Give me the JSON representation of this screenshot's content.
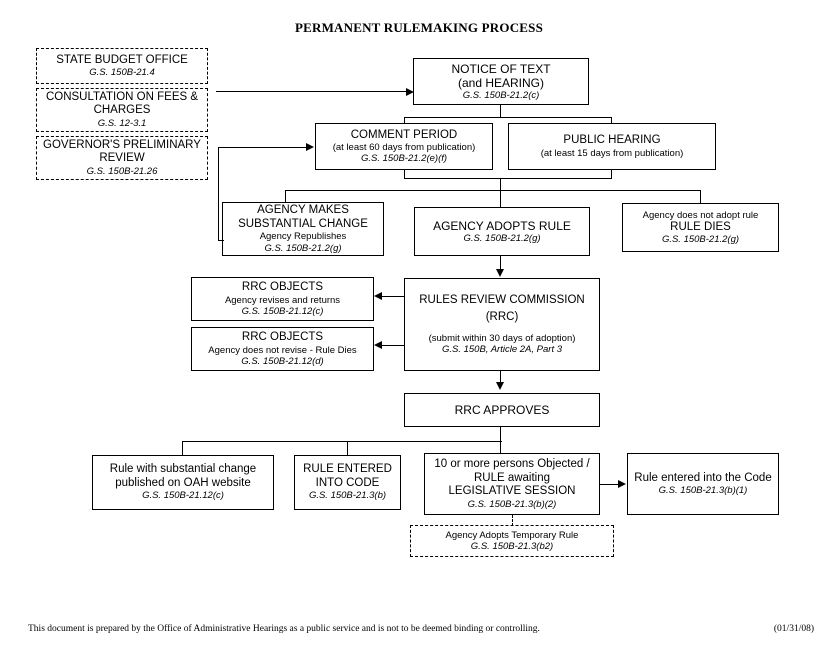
{
  "document": {
    "title": "PERMANENT RULEMAKING PROCESS",
    "footer_note": "This document is prepared by the Office of Administrative Hearings as a public service and is not to be deemed binding or controlling.",
    "footer_date": "(01/31/08)"
  },
  "nodes": {
    "state_budget_office": {
      "line1": "STATE BUDGET OFFICE",
      "cite": "G.S. 150B-21.4"
    },
    "consultation_fees": {
      "line1": "CONSULTATION ON FEES &",
      "line2": "CHARGES",
      "cite": "G.S. 12-3.1"
    },
    "governors_review": {
      "line1": "GOVERNOR'S PRELIMINARY",
      "line2": "REVIEW",
      "cite": "G.S. 150B-21.26"
    },
    "notice_of_text": {
      "line1": "NOTICE OF TEXT",
      "line2": "(and HEARING)",
      "cite": "G.S. 150B-21.2(c)"
    },
    "comment_period": {
      "line1": "COMMENT PERIOD",
      "line2": "(at least 60 days from publication)",
      "cite": "G.S. 150B-21.2(e)(f)"
    },
    "public_hearing": {
      "line1": "PUBLIC HEARING",
      "line2": "(at least 15 days from publication)"
    },
    "agency_substantial_change": {
      "line1": "AGENCY MAKES",
      "line2": "SUBSTANTIAL CHANGE",
      "line3": "Agency Republishes",
      "cite": "G.S. 150B-21.2(g)"
    },
    "agency_adopts_rule": {
      "line1": "AGENCY ADOPTS RULE",
      "cite": "G.S. 150B-21.2(g)"
    },
    "rule_dies": {
      "line1": "Agency does not adopt rule",
      "line2": "RULE DIES",
      "cite": "G.S. 150B-21.2(g)"
    },
    "rrc_objects_revises": {
      "line1": "RRC OBJECTS",
      "line2": "Agency revises and returns",
      "cite": "G.S. 150B-21.12(c)"
    },
    "rrc_objects_dies": {
      "line1": "RRC OBJECTS",
      "line2": "Agency does not revise - Rule Dies",
      "cite": "G.S. 150B-21.12(d)"
    },
    "rules_review_commission": {
      "line1": "RULES REVIEW COMMISSION",
      "line2": "(RRC)",
      "line3": "(submit within 30 days of adoption)",
      "cite": "G.S. 150B, Article 2A, Part 3"
    },
    "rrc_approves": {
      "line1": "RRC APPROVES"
    },
    "published_oah": {
      "line1": "Rule with substantial change",
      "line2": "published on OAH website",
      "cite": "G.S. 150B-21.12(c)"
    },
    "rule_entered_code": {
      "line1": "RULE ENTERED",
      "line2": "INTO CODE",
      "cite": "G.S. 150B-21.3(b)"
    },
    "legislative_session": {
      "line1": "10 or more persons Objected /",
      "line2": "RULE awaiting",
      "line3": "LEGISLATIVE SESSION",
      "cite": "G.S. 150B-21.3(b)(2)"
    },
    "rule_entered_code_1": {
      "line1": "Rule entered into the Code",
      "cite": "G.S. 150B-21.3(b)(1)"
    },
    "temporary_rule": {
      "line1": "Agency Adopts Temporary Rule",
      "cite": "G.S. 150B-21.3(b2)"
    }
  }
}
